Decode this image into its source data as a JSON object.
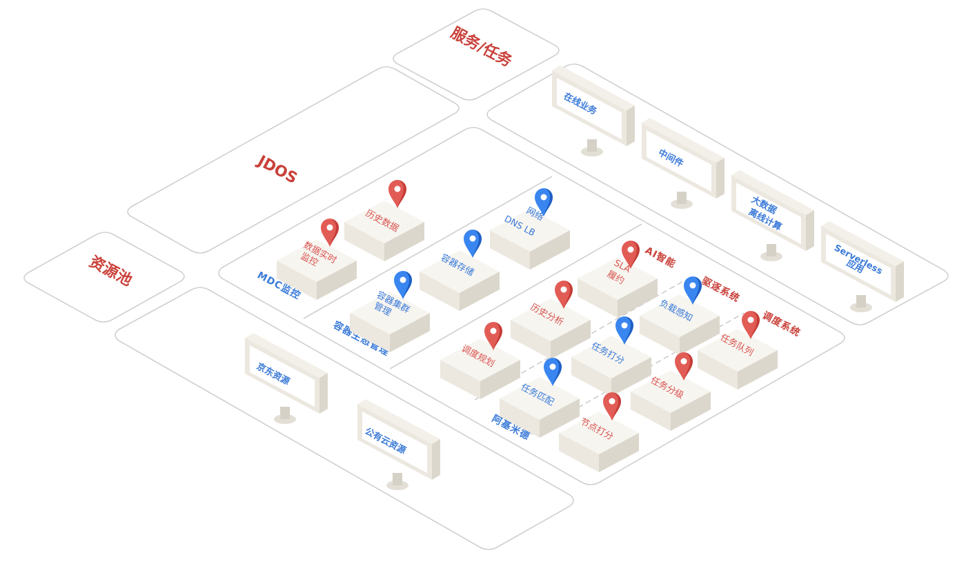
{
  "regions": {
    "service_task": "服务/任务",
    "jdos": "JDOS",
    "resource_pool": "资源池"
  },
  "groups": {
    "mdc": "MDC监控",
    "container": "容器生态管理",
    "archimedes": "阿基米德",
    "ai": "AI智能",
    "drive": "驱逐系统",
    "schedule": "调度系统"
  },
  "services": {
    "online": "在线业务",
    "middleware": "中间件",
    "bigdata_1": "大数据",
    "bigdata_2": "离线计算",
    "serverless_1": "Serverless",
    "serverless_2": "应用"
  },
  "resources": {
    "jd": "京东资源",
    "cloud": "公有云资源"
  },
  "blocks": {
    "history_data": "历史数据",
    "realtime_1": "数据实时",
    "realtime_2": "监控",
    "network_1": "网络",
    "network_2": "DNS  LB",
    "storage": "容器存储",
    "cluster_1": "容器集群",
    "cluster_2": "管理",
    "sla_1": "SLA",
    "sla_2": "履约",
    "history_analysis": "历史分析",
    "load_aware": "负载感知",
    "schedule_plan": "调度规划",
    "task_score": "任务打分",
    "task_queue": "任务队列",
    "task_dispatch": "任务匹配",
    "task_split": "任务分级",
    "node_score": "节点打分"
  },
  "colors": {
    "red_pin": "#e25c56",
    "blue_pin": "#3a86f0",
    "title_red": "#c9413a",
    "label_blue": "#3a7ad8"
  }
}
